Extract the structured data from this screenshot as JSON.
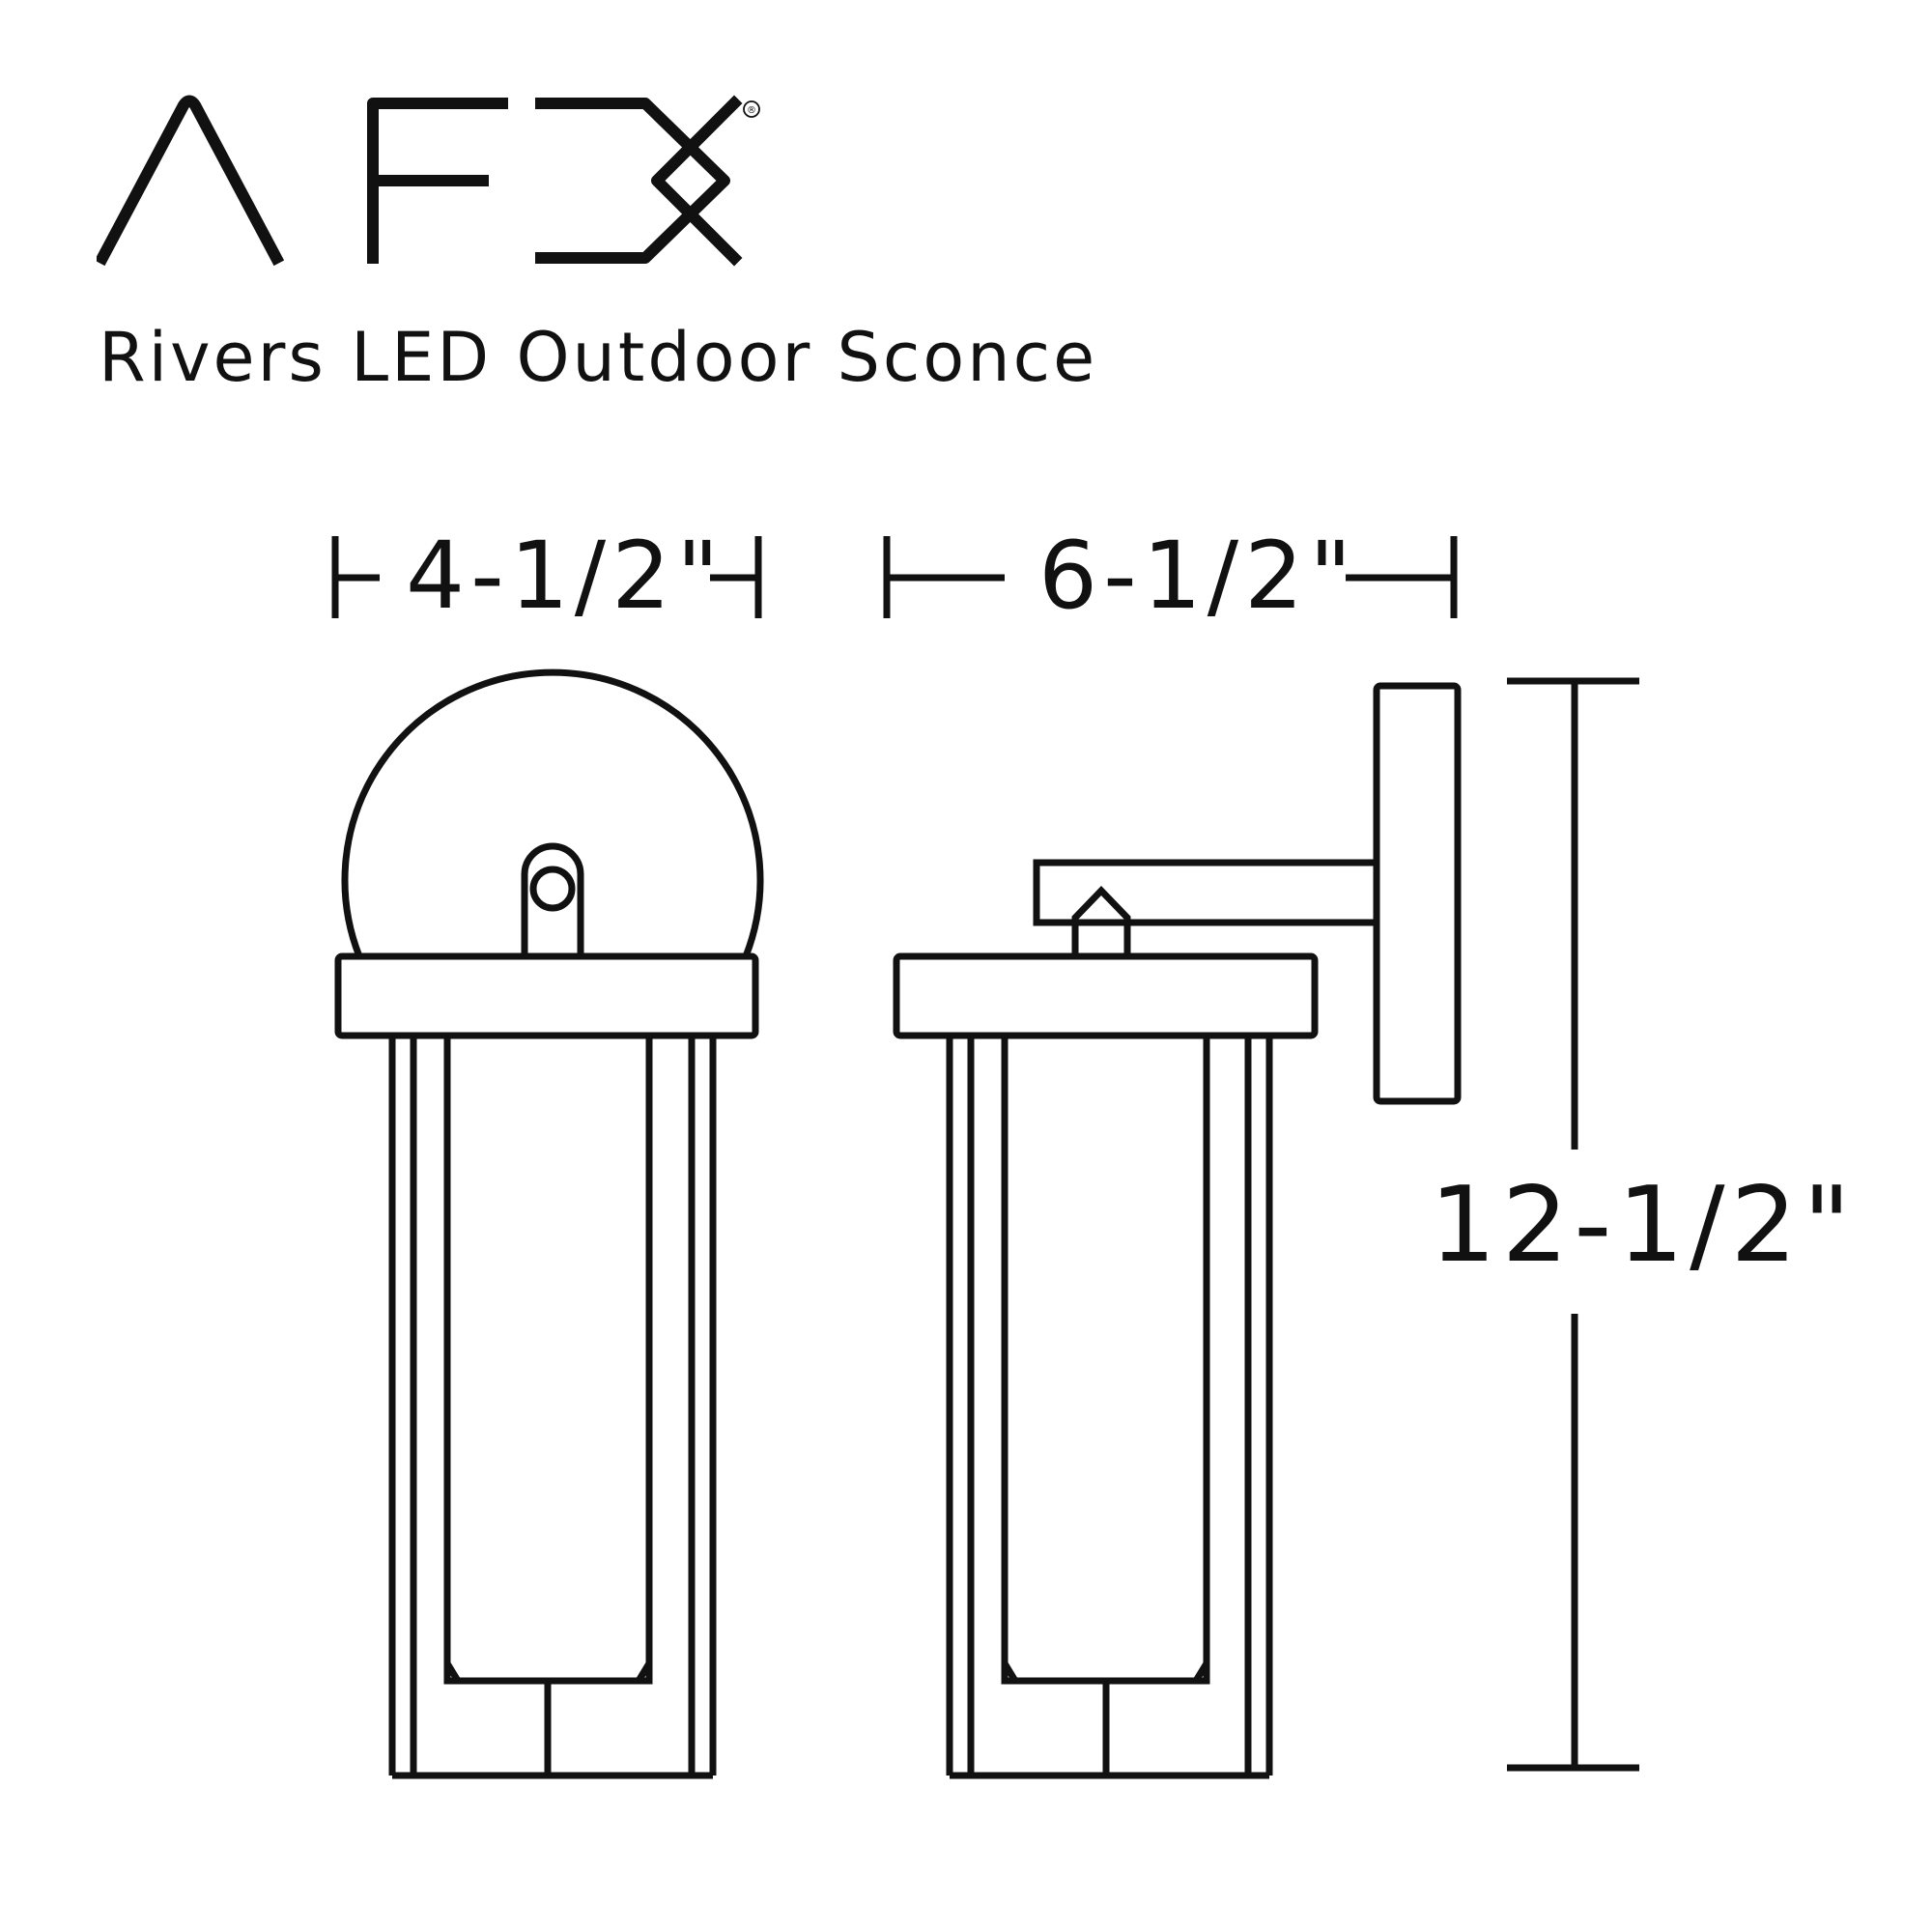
{
  "brand": {
    "logo_text": "AFX",
    "registered_mark": "®"
  },
  "product_title": "Rivers LED Outdoor Sconce",
  "dimensions": {
    "width_label": "4-1/2\"",
    "depth_label": "6-1/2\"",
    "height_label": "12-1/2\""
  },
  "colors": {
    "ink": "#111111",
    "background": "#ffffff"
  }
}
